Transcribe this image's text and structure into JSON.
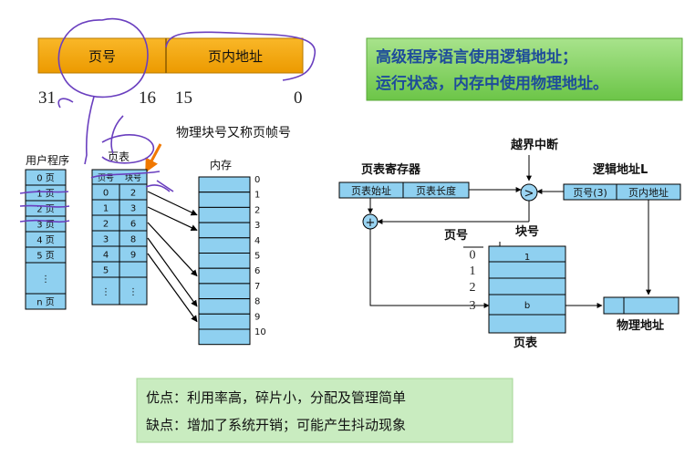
{
  "address_bar": {
    "page_no_label": "页号",
    "offset_label": "页内地址",
    "bit_31": "31",
    "bit_16": "16",
    "bit_15": "15",
    "bit_0": "0"
  },
  "green_note": {
    "line1": "高级程序语言使用逻辑地址；",
    "line2": "运行状态，内存中使用物理地址。"
  },
  "annotation": "物理块号又称页帧号",
  "left_diagram": {
    "user_program_title": "用户程序",
    "pages": [
      "0 页",
      "1 页",
      "2 页",
      "3 页",
      "4 页",
      "5 页",
      "⋮",
      "n 页"
    ],
    "page_table_title": "页表",
    "pt_header": [
      "页号",
      "块号"
    ],
    "pt_rows": [
      [
        "0",
        "2"
      ],
      [
        "1",
        "3"
      ],
      [
        "2",
        "6"
      ],
      [
        "3",
        "8"
      ],
      [
        "4",
        "9"
      ],
      [
        "5",
        ""
      ],
      [
        "⋮",
        "⋮"
      ]
    ],
    "memory_title": "内存",
    "memory_labels": [
      "0",
      "1",
      "2",
      "3",
      "4",
      "5",
      "6",
      "7",
      "8",
      "9",
      "10"
    ]
  },
  "right_diagram": {
    "overflow_label": "越界中断",
    "compare_symbol": ">",
    "ptr_title": "页表寄存器",
    "ptr_start": "页表始址",
    "ptr_length": "页表长度",
    "logical_title": "逻辑地址L",
    "logical_page": "页号(3)",
    "logical_offset": "页内地址",
    "plus_symbol": "+",
    "page_no_col": "页号",
    "block_no_col": "块号",
    "row_labels": [
      "0",
      "1",
      "2",
      "3"
    ],
    "row1_value": "1",
    "row3_value": "b",
    "table_caption": "页表",
    "phys_caption": "物理地址"
  },
  "bottom_note": {
    "pros": "优点：利用率高，碎片小，分配及管理简单",
    "cons": "缺点：增加了系统开销；可能产生抖动现象"
  },
  "colors": {
    "orange_bar": "#f5a500",
    "green_box": "#88d36a",
    "green_text": "#1e4c9a",
    "cell_blue": "#8fd0f0",
    "note_green": "#c9ecc0",
    "ink_purple": "#6a3fbf",
    "arrow_orange": "#f07800"
  }
}
